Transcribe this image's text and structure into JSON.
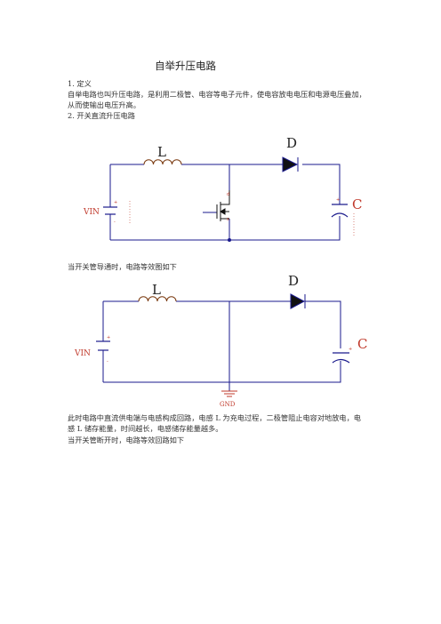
{
  "doc": {
    "title": "自举升压电路",
    "sec1_heading": "1.  定义",
    "sec1_body_line1": "自举电路也叫升压电路，是利用二极管、电容等电子元件，使电容放电电压和电源电压叠加，",
    "sec1_body_line2": "从而使输出电压升高。",
    "sec2_heading": "2.    开关直流升压电路",
    "caption1": "当开关管导通时，电路等效图如下",
    "para_line1": "此时电路中直流供电端与电感构成回路，电感 L 为充电过程，二极管阻止电容对地放电，电",
    "para_line2": "感 L 储存能量，时间越长，电感储存能量越多。",
    "caption2": "当开关管断开时，电路等效回路如下"
  },
  "circuit1": {
    "label_L": "L",
    "label_D": "D",
    "label_VIN": "VIN",
    "label_C": "C",
    "plus": "+",
    "minus": "-"
  },
  "circuit2": {
    "label_L": "L",
    "label_D": "D",
    "label_VIN": "VIN",
    "label_C": "C",
    "label_GND": "GND",
    "plus": "+",
    "minus": "-"
  },
  "colors": {
    "wire": "#1a1a8c",
    "inductor": "#7a3a10",
    "component_red": "#c0392b"
  }
}
